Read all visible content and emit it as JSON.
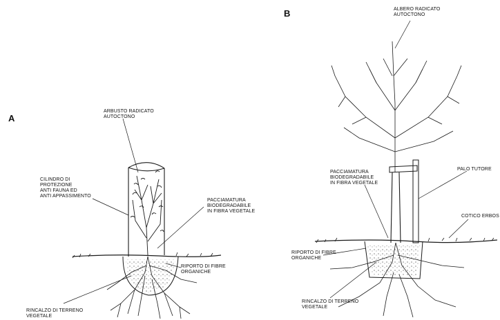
{
  "panel_a": {
    "letter": "A",
    "labels": {
      "shrub": "ARBUSTO RADICATO\nAUTOCTONO",
      "cylinder": "CILINDRO DI\nPROTEZIONE\nANTI FAUNA ED\nANTI APPASSIMENTO",
      "mulch": "PACCIAMATURA\nBIODEGRADABILE\nIN FIBRA VEGETALE",
      "fibers": "RIPORTO DI FIBRE\nORGANICHE",
      "soil": "RINCALZO DI TERRENO\nVEGETALE"
    }
  },
  "panel_b": {
    "letter": "B",
    "labels": {
      "tree": "ALBERO RADICATO\nAUTOCTONO",
      "mulch": "PACCIAMATURA\nBIODEGRADABILE\nIN FIBRA VEGETALE",
      "stake": "PALO TUTORE",
      "turf": "COTICO ERBOS",
      "fibers": "RIPORTO DI FIBRE\nORGANICHE",
      "soil": "RINCALZO DI TERRENO\nVEGETALE"
    }
  },
  "colors": {
    "ink": "#1a1a1a",
    "paper": "#ffffff"
  }
}
